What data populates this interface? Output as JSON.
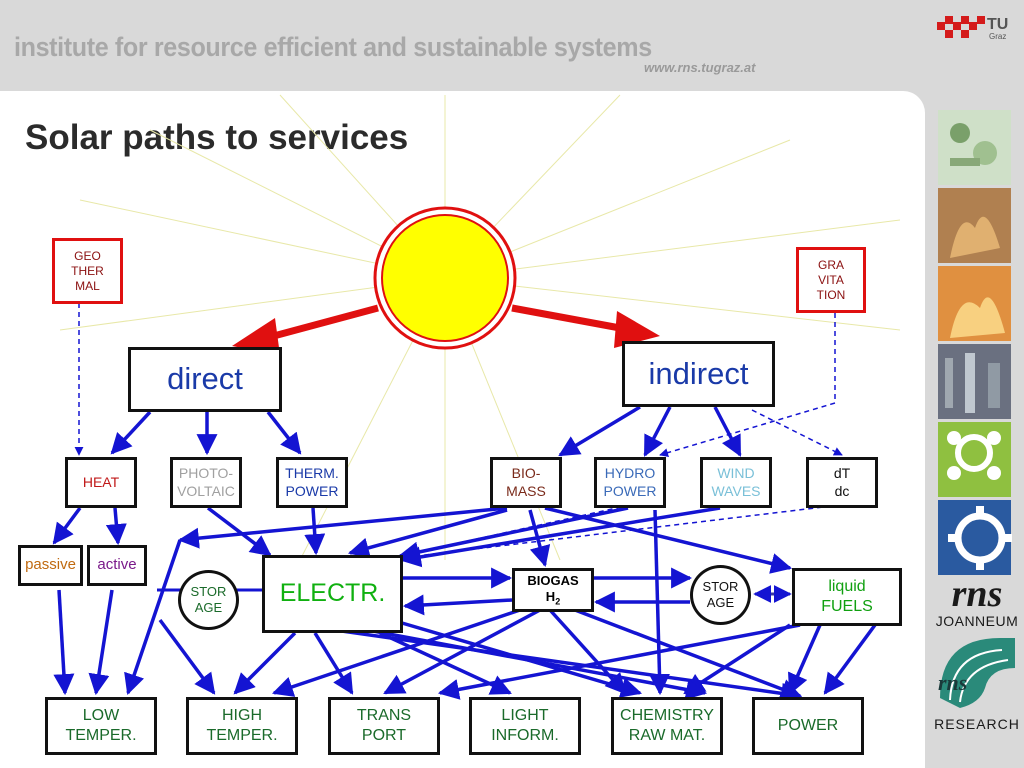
{
  "header": {
    "institute": "institute for resource efficient and sustainable systems",
    "url": "www.rns.tugraz.at",
    "tu_logo_text": "TU",
    "tu_logo_sub": "Graz"
  },
  "slide": {
    "title": "Solar paths to services"
  },
  "sidebar": {
    "rns_logo_text": "rns",
    "joanneum_label": "JOANNEUM",
    "research_label": "RESEARCH",
    "thumbnail_icons": [
      "circuit-photo-icon",
      "flame-photo-icon",
      "fire-photo-icon",
      "industry-pipes-icon",
      "flower-icon",
      "gear-icon"
    ]
  },
  "diagram": {
    "sources": {
      "geothermal": "GEO\nTHER\nMAL",
      "gravitation": "GRA\nVITA\nTION"
    },
    "paths": {
      "direct": "direct",
      "indirect": "indirect"
    },
    "direct_forms": {
      "heat": "HEAT",
      "photovoltaic": "PHOTO-\nVOLTAIC",
      "thermal_power": "THERM.\nPOWER"
    },
    "indirect_forms": {
      "biomass": "BIO-\nMASS",
      "hydro_power": "HYDRO\nPOWER",
      "wind_waves": "WIND\nWAVES",
      "dt_dc": "dT\ndc"
    },
    "heat_modes": {
      "passive": "passive",
      "active": "active"
    },
    "carriers": {
      "storage_left": "STOR\nAGE",
      "electricity": "ELECTR.",
      "biogas": "BIOGAS",
      "h2_symbol": "H",
      "h2_subscript": "2",
      "storage_right": "STOR\nAGE",
      "liquid_fuels": "liquid\nFUELS"
    },
    "services": {
      "low_temper": "LOW\nTEMPER.",
      "high_temper": "HIGH\nTEMPER.",
      "transport": "TRANS\nPORT",
      "light_inform": "LIGHT\nINFORM.",
      "chemistry": "CHEMISTRY\nRAW MAT.",
      "power": "POWER"
    },
    "colors": {
      "arrow": "#1414d2",
      "sun": "#ffff00",
      "sun_ring": "#e01010",
      "source_border": "#e01010",
      "service_text": "#1a6a2a"
    }
  }
}
